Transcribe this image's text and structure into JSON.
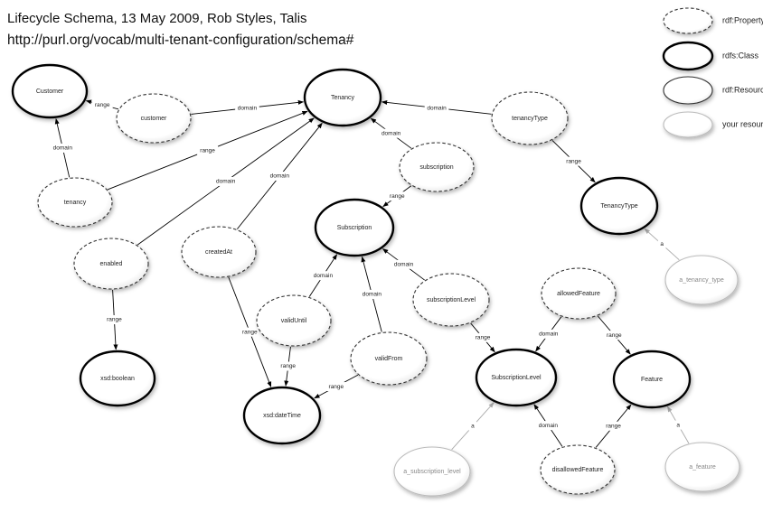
{
  "header": {
    "title": "Lifecycle Schema, 13 May 2009, Rob Styles, Talis",
    "uri": "http://purl.org/vocab/multi-tenant-configuration/schema#"
  },
  "legend": [
    {
      "kind": "property",
      "label": "rdf:Property"
    },
    {
      "kind": "class",
      "label": "rdfs:Class"
    },
    {
      "kind": "resource",
      "label": "rdf:Resource"
    },
    {
      "kind": "yours",
      "label": "your resources"
    }
  ],
  "nodes": {
    "customer_class": {
      "label": "Customer",
      "kind": "class"
    },
    "customer_prop": {
      "label": "customer",
      "kind": "property"
    },
    "tenancy_class": {
      "label": "Tenancy",
      "kind": "class"
    },
    "tenancy_prop": {
      "label": "tenancy",
      "kind": "property"
    },
    "tenancytype_prop": {
      "label": "tenancyType",
      "kind": "property"
    },
    "tenancytype_class": {
      "label": "TenancyType",
      "kind": "class"
    },
    "subscription_prop": {
      "label": "subscription",
      "kind": "property"
    },
    "subscription_class": {
      "label": "Subscription",
      "kind": "class"
    },
    "enabled_prop": {
      "label": "enabled",
      "kind": "property"
    },
    "createdat_prop": {
      "label": "createdAt",
      "kind": "property"
    },
    "xsdboolean": {
      "label": "xsd:boolean",
      "kind": "class"
    },
    "validuntil_prop": {
      "label": "validUntil",
      "kind": "property"
    },
    "validfrom_prop": {
      "label": "validFrom",
      "kind": "property"
    },
    "xsddatetime": {
      "label": "xsd:dateTime",
      "kind": "class"
    },
    "sublevel_prop": {
      "label": "subscriptionLevel",
      "kind": "property"
    },
    "sublevel_class": {
      "label": "SubscriptionLevel",
      "kind": "class"
    },
    "allowed_prop": {
      "label": "allowedFeature",
      "kind": "property"
    },
    "feature_class": {
      "label": "Feature",
      "kind": "class"
    },
    "disallowed_prop": {
      "label": "disallowedFeature",
      "kind": "property"
    },
    "a_tenancy_type": {
      "label": "a_tenancy_type",
      "kind": "yours"
    },
    "a_subscription_level": {
      "label": "a_subscription_level",
      "kind": "yours"
    },
    "a_feature": {
      "label": "a_feature",
      "kind": "yours"
    }
  },
  "edges": [
    {
      "from": "customer_prop",
      "to": "customer_class",
      "label": "range"
    },
    {
      "from": "customer_prop",
      "to": "tenancy_class",
      "label": "domain"
    },
    {
      "from": "tenancy_prop",
      "to": "customer_class",
      "label": "domain"
    },
    {
      "from": "tenancy_prop",
      "to": "tenancy_class",
      "label": "range"
    },
    {
      "from": "enabled_prop",
      "to": "tenancy_class",
      "label": "domain"
    },
    {
      "from": "createdat_prop",
      "to": "tenancy_class",
      "label": "domain"
    },
    {
      "from": "tenancytype_prop",
      "to": "tenancy_class",
      "label": "domain"
    },
    {
      "from": "tenancytype_prop",
      "to": "tenancytype_class",
      "label": "range"
    },
    {
      "from": "subscription_prop",
      "to": "tenancy_class",
      "label": "domain"
    },
    {
      "from": "subscription_prop",
      "to": "subscription_class",
      "label": "range"
    },
    {
      "from": "enabled_prop",
      "to": "xsdboolean",
      "label": "range"
    },
    {
      "from": "createdat_prop",
      "to": "xsddatetime",
      "label": "range"
    },
    {
      "from": "validuntil_prop",
      "to": "subscription_class",
      "label": "domain"
    },
    {
      "from": "validuntil_prop",
      "to": "xsddatetime",
      "label": "range"
    },
    {
      "from": "validfrom_prop",
      "to": "subscription_class",
      "label": "domain"
    },
    {
      "from": "validfrom_prop",
      "to": "xsddatetime",
      "label": "range"
    },
    {
      "from": "sublevel_prop",
      "to": "subscription_class",
      "label": "domain"
    },
    {
      "from": "sublevel_prop",
      "to": "sublevel_class",
      "label": "range"
    },
    {
      "from": "allowed_prop",
      "to": "sublevel_class",
      "label": "domain"
    },
    {
      "from": "allowed_prop",
      "to": "feature_class",
      "label": "range"
    },
    {
      "from": "disallowed_prop",
      "to": "sublevel_class",
      "label": "domain"
    },
    {
      "from": "disallowed_prop",
      "to": "feature_class",
      "label": "range"
    },
    {
      "from": "a_tenancy_type",
      "to": "tenancytype_class",
      "label": "a",
      "grey": true
    },
    {
      "from": "a_subscription_level",
      "to": "sublevel_class",
      "label": "a",
      "grey": true
    },
    {
      "from": "a_feature",
      "to": "feature_class",
      "label": "a",
      "grey": true
    }
  ]
}
